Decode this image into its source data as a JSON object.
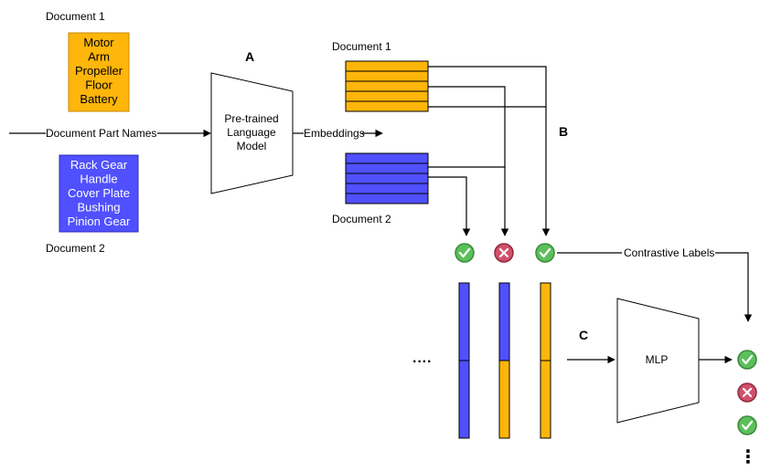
{
  "doc1_caption": "Document 1",
  "doc2_caption": "Document 2",
  "doc1_parts": [
    "Motor",
    "Arm",
    "Propeller",
    "Floor",
    "Battery"
  ],
  "doc2_parts": [
    "Rack Gear",
    "Handle",
    "Cover Plate",
    "Bushing",
    "Pinion Gear"
  ],
  "input_label": "Document Part Names",
  "lm_label": [
    "Pre-trained",
    "Language",
    "Model"
  ],
  "embeddings_label": "Embeddings",
  "emb_doc1_caption": "Document 1",
  "emb_doc2_caption": "Document 2",
  "letters": {
    "a": "A",
    "b": "B",
    "c": "C"
  },
  "contrastive_label": "Contrastive Labels",
  "mlp_label": "MLP",
  "ellipsis_h": "····",
  "ellipsis_v": "⋮",
  "pair_labels": [
    "match",
    "mismatch",
    "match"
  ],
  "output_labels": [
    "match",
    "mismatch",
    "match"
  ],
  "colors": {
    "doc1": "#FFB60A",
    "doc1_stroke": "#C98A00",
    "doc2": "#5050FF",
    "doc2_stroke": "#2C2CB8",
    "doc2_text": "#ffffff",
    "match": "#5CBF5C",
    "match_stroke": "#3A8A3A",
    "mismatch": "#D0506A",
    "mismatch_stroke": "#8E2A3C",
    "line": "#000000"
  }
}
